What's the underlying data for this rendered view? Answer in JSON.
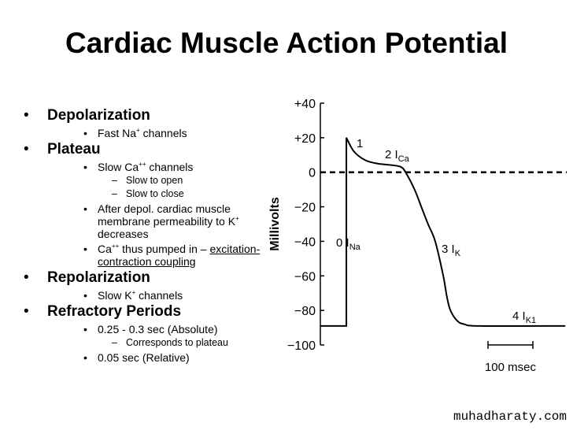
{
  "slide": {
    "title": "Cardiac Muscle Action Potential",
    "bullets": {
      "depol": "Depolarization",
      "depol_fast_a": "Fast Na",
      "depol_fast_sup": "+",
      "depol_fast_b": " channels",
      "plateau": "Plateau",
      "slow_ca_a": "Slow Ca",
      "slow_ca_sup": "++",
      "slow_ca_b": " channels",
      "slow_open": "Slow to open",
      "slow_close": "Slow to close",
      "after_a": "After depol. cardiac muscle membrane permeability to K",
      "after_sup": "+",
      "after_b": " decreases",
      "ca_a": "Ca",
      "ca_sup": "++",
      "ca_b": " thus pumped in –",
      "ca_link": "excitation-contraction coupling",
      "repol": "Repolarization",
      "slow_k_a": "Slow K",
      "slow_k_sup": "+",
      "slow_k_b": " channels",
      "refr": "Refractory Periods",
      "abs": "0.25 - 0.3 sec (Absolute)",
      "abs_sub": "Corresponds to plateau",
      "rel": "0.05 sec (Relative)"
    },
    "watermark": "muhadharaty.com"
  },
  "chart_data": {
    "type": "line",
    "title": "",
    "ylabel": "Millivolts",
    "xlabel": "",
    "ylim": [
      -100,
      40
    ],
    "yticks": [
      40,
      20,
      0,
      -20,
      -40,
      -60,
      -80,
      -100
    ],
    "ytick_labels": [
      "+40",
      "+20",
      "0",
      "−20",
      "−40",
      "−60",
      "−80",
      "−100"
    ],
    "reference_line": {
      "y": 0,
      "style": "dashed"
    },
    "x_units": "msec",
    "series": [
      {
        "name": "action potential",
        "x": [
          0,
          58,
          58,
          75,
          100,
          128,
          163,
          180,
          190,
          210,
          225,
          240,
          256,
          274,
          282,
          290,
          305,
          321,
          356,
          546
        ],
        "y": [
          -89,
          -89,
          20,
          12,
          7,
          5,
          4,
          3,
          0,
          -10,
          -20,
          -30,
          -40,
          -60,
          -72,
          -80,
          -86,
          -88,
          -89,
          -89
        ]
      }
    ],
    "phase_labels": [
      {
        "text": "0 I",
        "sub": "Na"
      },
      {
        "text": "1",
        "sub": ""
      },
      {
        "text": "2 I",
        "sub": "Ca"
      },
      {
        "text": "3 I",
        "sub": "K"
      },
      {
        "text": "4 I",
        "sub": "K1"
      }
    ],
    "scale_bar": {
      "value": 100,
      "label": "100 msec"
    }
  }
}
